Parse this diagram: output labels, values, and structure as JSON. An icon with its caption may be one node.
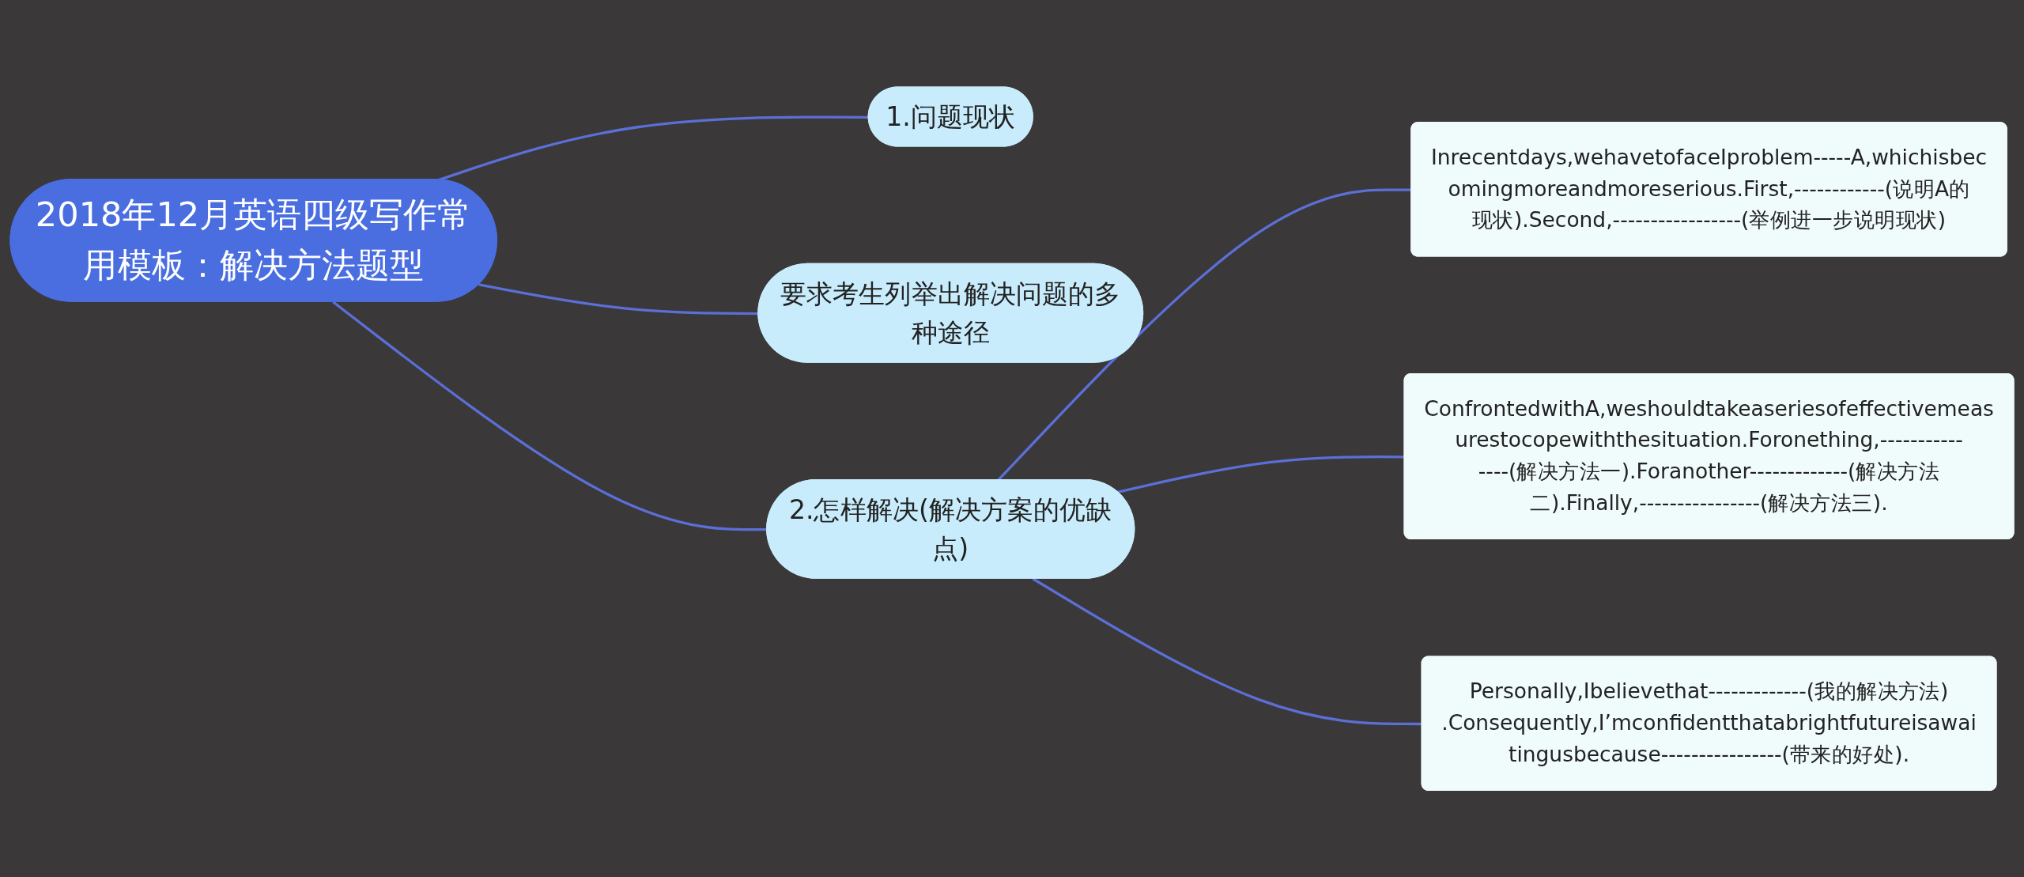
{
  "diagram": {
    "nodes": [
      {
        "text": [
          "2018年12月英语四级写作常用模板：解决方法题型"
        ]
      },
      {
        "text": [
          "1.问题现状"
        ]
      },
      {
        "text": [
          "要求考生列举出解决问题的多种途径"
        ]
      },
      {
        "text": [
          "2.怎样解决(解决方案的优缺点)"
        ]
      },
      {
        "text": [
          "Inrecentdays,wehavetofaceIproblem-----A,whichisbecomingmoreandmoreserious.First,------------(说明A的现状).Second,-----------------(举例进一步说明现状)"
        ]
      },
      {
        "text": [
          "ConfrontedwithA,weshouldtakeaseriesofeffectivemeasurestocopewiththesituation.Foronething,---------------(解决方法一).Foranother-------------(解决方法二).Finally,----------------(解决方法三)."
        ]
      },
      {
        "text": [
          "Personally,Ibelievethat-------------(我的解决方法).Consequently,I’mconfidentthatabrightfutureisawaitingusbecause----------------(带来的好处)."
        ]
      }
    ],
    "edges": [
      {
        "from": 0,
        "to": 1,
        "arrow": "none"
      },
      {
        "from": 0,
        "to": 2,
        "arrow": "none"
      },
      {
        "from": 0,
        "to": 3,
        "arrow": "none"
      },
      {
        "from": 3,
        "to": 4,
        "arrow": "none"
      },
      {
        "from": 3,
        "to": 5,
        "arrow": "none"
      },
      {
        "from": 3,
        "to": 6,
        "arrow": "none"
      }
    ]
  }
}
